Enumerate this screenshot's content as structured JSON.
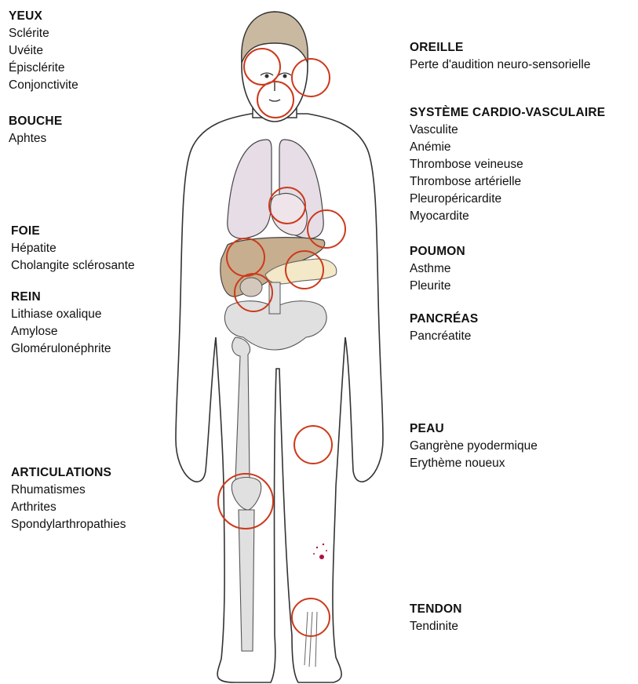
{
  "left_groups": [
    {
      "title": "YEUX",
      "items": [
        "Sclérite",
        "Uvéite",
        "Épisclérite",
        "Conjonctivite"
      ]
    },
    {
      "title": "BOUCHE",
      "items": [
        "Aphtes"
      ]
    },
    {
      "title": "FOIE",
      "items": [
        "Hépatite",
        "Cholangite sclérosante"
      ]
    },
    {
      "title": "REIN",
      "items": [
        "Lithiase oxalique",
        "Amylose",
        "Glomérulonéphrite"
      ]
    },
    {
      "title": "ARTICULATIONS",
      "items": [
        "Rhumatismes",
        "Arthrites",
        "Spondylarthropathies"
      ]
    }
  ],
  "right_groups": [
    {
      "title": "OREILLE",
      "items": [
        "Perte d'audition neuro-sensorielle"
      ]
    },
    {
      "title": "SYSTÈME CARDIO-VASCULAIRE",
      "items": [
        "Vasculite",
        "Anémie",
        "Thrombose veineuse",
        "Thrombose artérielle",
        "Pleuropéricardite",
        "Myocardite"
      ]
    },
    {
      "title": "POUMON",
      "items": [
        "Asthme",
        "Pleurite"
      ]
    },
    {
      "title": "PANCRÉAS",
      "items": [
        "Pancréatite"
      ]
    },
    {
      "title": "PEAU",
      "items": [
        "Gangrène pyodermique",
        "Erythème noueux"
      ]
    },
    {
      "title": "TENDON",
      "items": [
        "Tendinite"
      ]
    }
  ],
  "colors": {
    "highlight_circle": "#cc3a1c",
    "body_outline": "#333333",
    "hair": "#c9b9a1",
    "lungs": "#e6dde6",
    "liver": "#c7ae8f",
    "pancreas": "#f3e8c7",
    "bone": "#e0e0e0"
  }
}
